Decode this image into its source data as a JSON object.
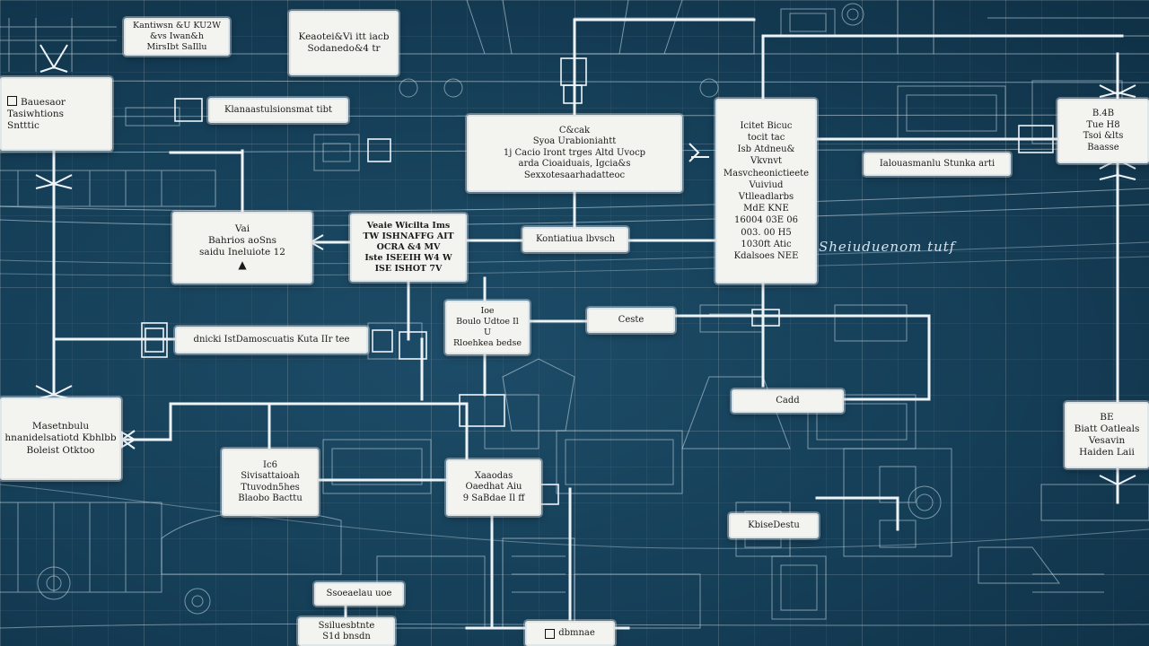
{
  "diagram": {
    "background_color": "#143a52",
    "line_color": "#e9f1f6",
    "box_color": "#f3f3ef",
    "handwritten_note": "Sheiuduenom tutf",
    "boxes": {
      "b01": {
        "lines": [
          "Kantiwsn &U KU2W",
          "&vs Iwan&h",
          "MirsIbt SaIllu"
        ]
      },
      "b02": {
        "lines": [
          "Keaotei&Vi itt iacb",
          "Sodanedo&4 tr"
        ]
      },
      "b03": {
        "lines": [
          "Bauesaor",
          "Tasiwhtions",
          "Sntttic"
        ]
      },
      "b04": {
        "lines": [
          "Klanaastulsionsmat tibt"
        ]
      },
      "b05": {
        "lines": [
          "C&cak",
          "Syoa Urabioniahtt",
          "1j Cacio Iront trges Altd Uvocp",
          "arda Cioaiduais, Igcia&s",
          "Sexxotesaarhadatteoc"
        ]
      },
      "b06": {
        "lines": [
          "Icitet Bicuc",
          "tocit tac",
          "Isb Atdneu&",
          "Vkvnvt",
          "Masvcheonictieete",
          "Vuiviud",
          "Vtlleadlarbs",
          "MdE KNE",
          "16004 03E 06",
          "003. 00 H5",
          "1030ft Atic",
          "Kdalsoes NEE"
        ]
      },
      "b07": {
        "lines": [
          "B.4B",
          "Tue H8",
          "Tsoi &lts",
          "Baasse"
        ]
      },
      "b08": {
        "lines": [
          "Ialouasmanlu Stunka arti"
        ]
      },
      "b09": {
        "lines": [
          "Vai",
          "Bahrios aoSns",
          "saidu Ineluiote 12"
        ]
      },
      "b10": {
        "lines": [
          "Veaie Wicilta Ims",
          "TW ISHNAFFG AIT",
          "OCRA &4 MV",
          "Iste ISEEIH W4 W",
          "ISE ISHOT 7V"
        ]
      },
      "b11": {
        "lines": [
          "Kontiatiua lbvsch"
        ]
      },
      "b12": {
        "lines": [
          "Ioe",
          "Boulo Udtoe Il",
          "U",
          "Rloehkea bedse"
        ]
      },
      "b13": {
        "lines": [
          "Ceste"
        ]
      },
      "b14": {
        "lines": [
          "dnicki IstDamoscuatis Kuta IIr tee"
        ]
      },
      "b15": {
        "lines": [
          "Masetnbulu",
          "hnanidelsatiotd Kbhlbb",
          "Boleist Otktoo"
        ]
      },
      "b16": {
        "lines": [
          "Cadd"
        ]
      },
      "b17": {
        "lines": [
          "BE",
          "Biatt Oatleals",
          "Vesavin",
          "Haiden Laii"
        ]
      },
      "b18": {
        "lines": [
          "Ic6",
          "Sivisattaioah",
          "Ttuvodn5hes",
          "Blaobo Bacttu"
        ]
      },
      "b19": {
        "lines": [
          "Xaaodas",
          "Oaedhat Aiu",
          "9 SaBdae Il ff"
        ]
      },
      "b20": {
        "lines": [
          "KbiseDestu"
        ]
      },
      "b21": {
        "lines": [
          "Ssoeaelau uoe"
        ]
      },
      "b22": {
        "lines": [
          "Ssiluesbtnte",
          "S1d bnsdn"
        ]
      },
      "b23": {
        "lines": [
          "dbmnae"
        ]
      }
    }
  }
}
